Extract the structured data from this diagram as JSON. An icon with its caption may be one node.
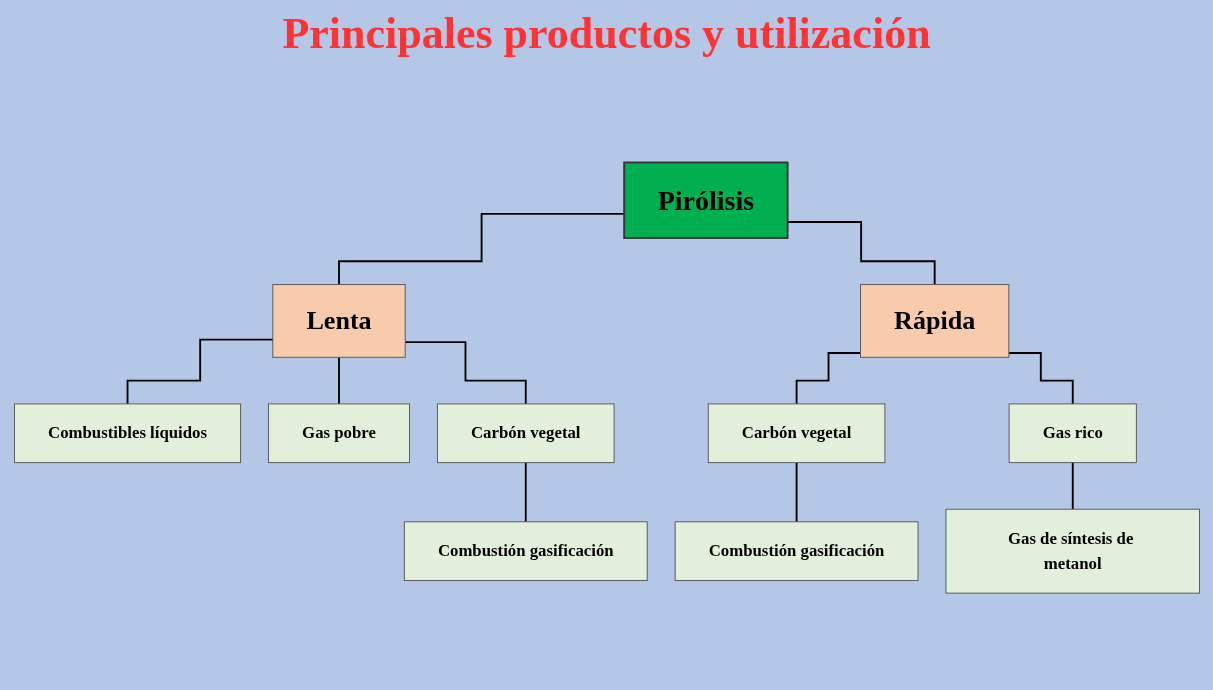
{
  "diagram": {
    "title": "Principales productos y utilización",
    "nodes": [
      {
        "text": [
          "Pirólisis"
        ]
      },
      {
        "text": [
          "Lenta"
        ]
      },
      {
        "text": [
          "Rápida"
        ]
      },
      {
        "text": [
          "Combustibles líquidos"
        ]
      },
      {
        "text": [
          "Gas pobre"
        ]
      },
      {
        "text": [
          "Carbón vegetal"
        ]
      },
      {
        "text": [
          "Combustión gasificación"
        ]
      },
      {
        "text": [
          "Carbón vegetal"
        ]
      },
      {
        "text": [
          "Combustión gasificación"
        ]
      },
      {
        "text": [
          "Gas rico"
        ]
      },
      {
        "text": [
          "Gas de síntesis de metanol"
        ]
      }
    ],
    "edges": [
      {
        "from": 0,
        "to": 1,
        "arrow": "none"
      },
      {
        "from": 0,
        "to": 2,
        "arrow": "none"
      },
      {
        "from": 1,
        "to": 3,
        "arrow": "none"
      },
      {
        "from": 1,
        "to": 4,
        "arrow": "none"
      },
      {
        "from": 1,
        "to": 5,
        "arrow": "none"
      },
      {
        "from": 5,
        "to": 6,
        "arrow": "none"
      },
      {
        "from": 2,
        "to": 7,
        "arrow": "none"
      },
      {
        "from": 2,
        "to": 9,
        "arrow": "none"
      },
      {
        "from": 7,
        "to": 8,
        "arrow": "none"
      },
      {
        "from": 9,
        "to": 10,
        "arrow": "none"
      }
    ]
  }
}
